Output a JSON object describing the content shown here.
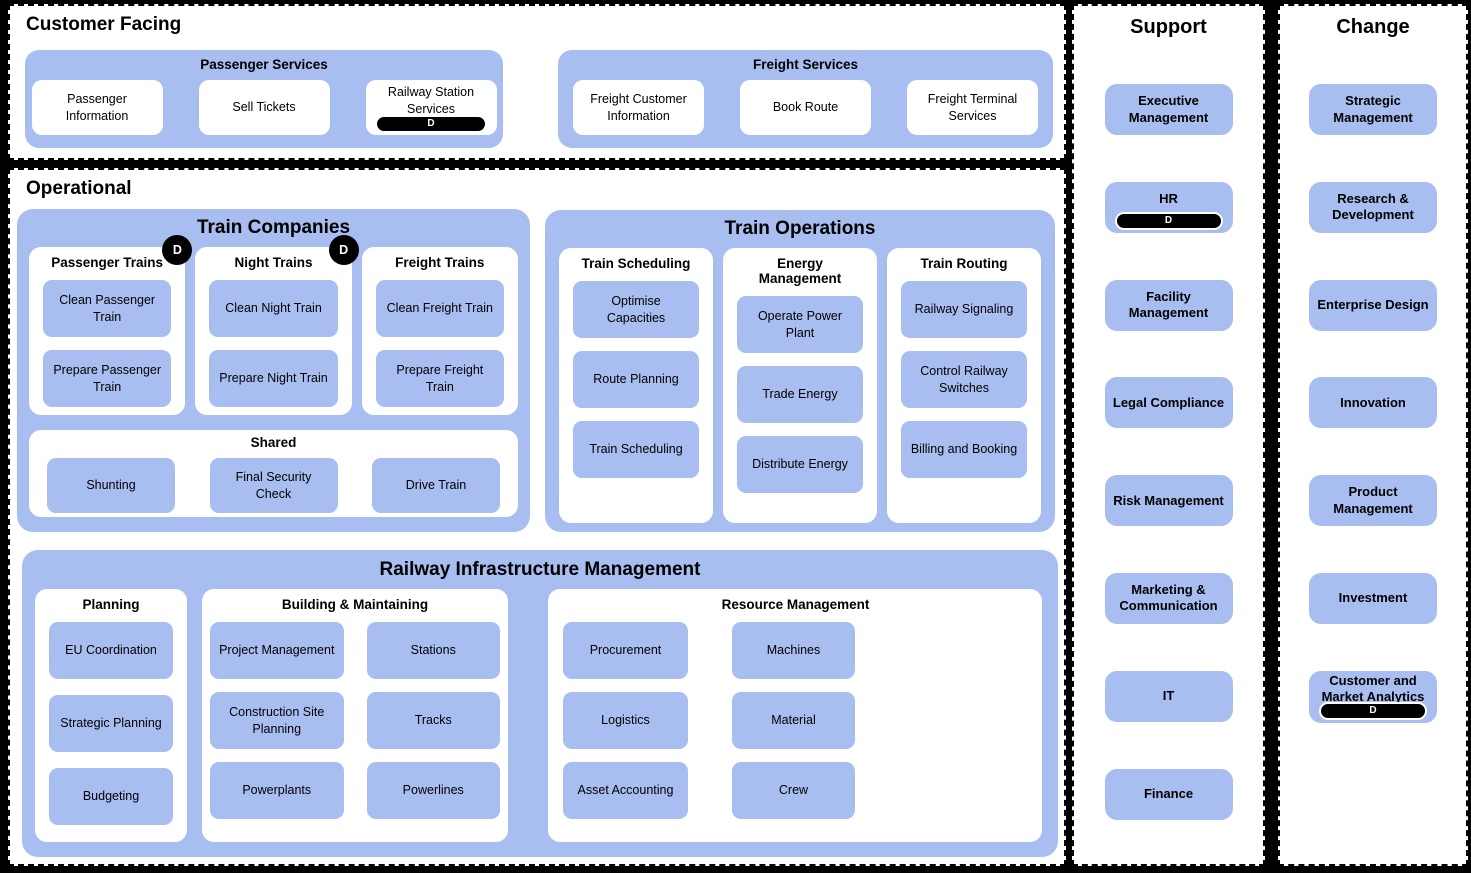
{
  "colors": {
    "background": "#000000",
    "panel_background": "#ffffff",
    "shape_blue": "#a8bef0",
    "badge_background": "#000000",
    "badge_text": "#ffffff",
    "text": "#000000"
  },
  "panels": {
    "customer_facing": {
      "title": "Customer Facing",
      "groups": [
        {
          "title": "Passenger Services",
          "items": [
            {
              "label": "Passenger Information"
            },
            {
              "label": "Sell Tickets"
            },
            {
              "label": "Railway Station Services",
              "badge": "D"
            }
          ]
        },
        {
          "title": "Freight Services",
          "items": [
            {
              "label": "Freight Customer Information"
            },
            {
              "label": "Book Route"
            },
            {
              "label": "Freight Terminal Services"
            }
          ]
        }
      ]
    },
    "operational": {
      "title": "Operational",
      "train_companies": {
        "title": "Train Companies",
        "subgroups": [
          {
            "title": "Passenger Trains",
            "corner_badge": "D",
            "items": [
              "Clean Passenger Train",
              "Prepare Passenger Train"
            ]
          },
          {
            "title": "Night Trains",
            "corner_badge": "D",
            "items": [
              "Clean Night Train",
              "Prepare Night Train"
            ]
          },
          {
            "title": "Freight Trains",
            "items": [
              "Clean Freight Train",
              "Prepare Freight Train"
            ]
          }
        ],
        "shared": {
          "title": "Shared",
          "items": [
            "Shunting",
            "Final Security Check",
            "Drive Train"
          ]
        }
      },
      "train_operations": {
        "title": "Train Operations",
        "subgroups": [
          {
            "title": "Train Scheduling",
            "items": [
              "Optimise Capacities",
              "Route Planning",
              "Train Scheduling"
            ]
          },
          {
            "title": "Energy Management",
            "items": [
              "Operate Power Plant",
              "Trade Energy",
              "Distribute Energy"
            ]
          },
          {
            "title": "Train Routing",
            "items": [
              "Railway Signaling",
              "Control Railway Switches",
              "Billing and Booking"
            ]
          }
        ]
      },
      "infrastructure": {
        "title": "Railway Infrastructure Management",
        "subgroups": [
          {
            "title": "Planning",
            "items": [
              "EU Coordination",
              "Strategic Planning",
              "Budgeting"
            ]
          },
          {
            "title": "Building & Maintaining",
            "items": [
              "Project Management",
              "Stations",
              "Construction Site Planning",
              "Tracks",
              "Powerplants",
              "Powerlines"
            ]
          },
          {
            "title": "Resource Management",
            "items": [
              "Procurement",
              "Machines",
              "Logistics",
              "Material",
              "Asset Accounting",
              "Crew"
            ]
          }
        ]
      }
    },
    "support": {
      "title": "Support",
      "items": [
        {
          "label": "Executive Management"
        },
        {
          "label": "HR",
          "badge": "D"
        },
        {
          "label": "Facility Management"
        },
        {
          "label": "Legal Compliance"
        },
        {
          "label": "Risk Management"
        },
        {
          "label": "Marketing & Communication"
        },
        {
          "label": "IT"
        },
        {
          "label": "Finance"
        }
      ]
    },
    "change": {
      "title": "Change",
      "items": [
        {
          "label": "Strategic Management"
        },
        {
          "label": "Research & Development"
        },
        {
          "label": "Enterprise Design"
        },
        {
          "label": "Innovation"
        },
        {
          "label": "Product Management"
        },
        {
          "label": "Investment"
        },
        {
          "label": "Customer and Market Analytics",
          "badge": "D"
        }
      ]
    }
  }
}
